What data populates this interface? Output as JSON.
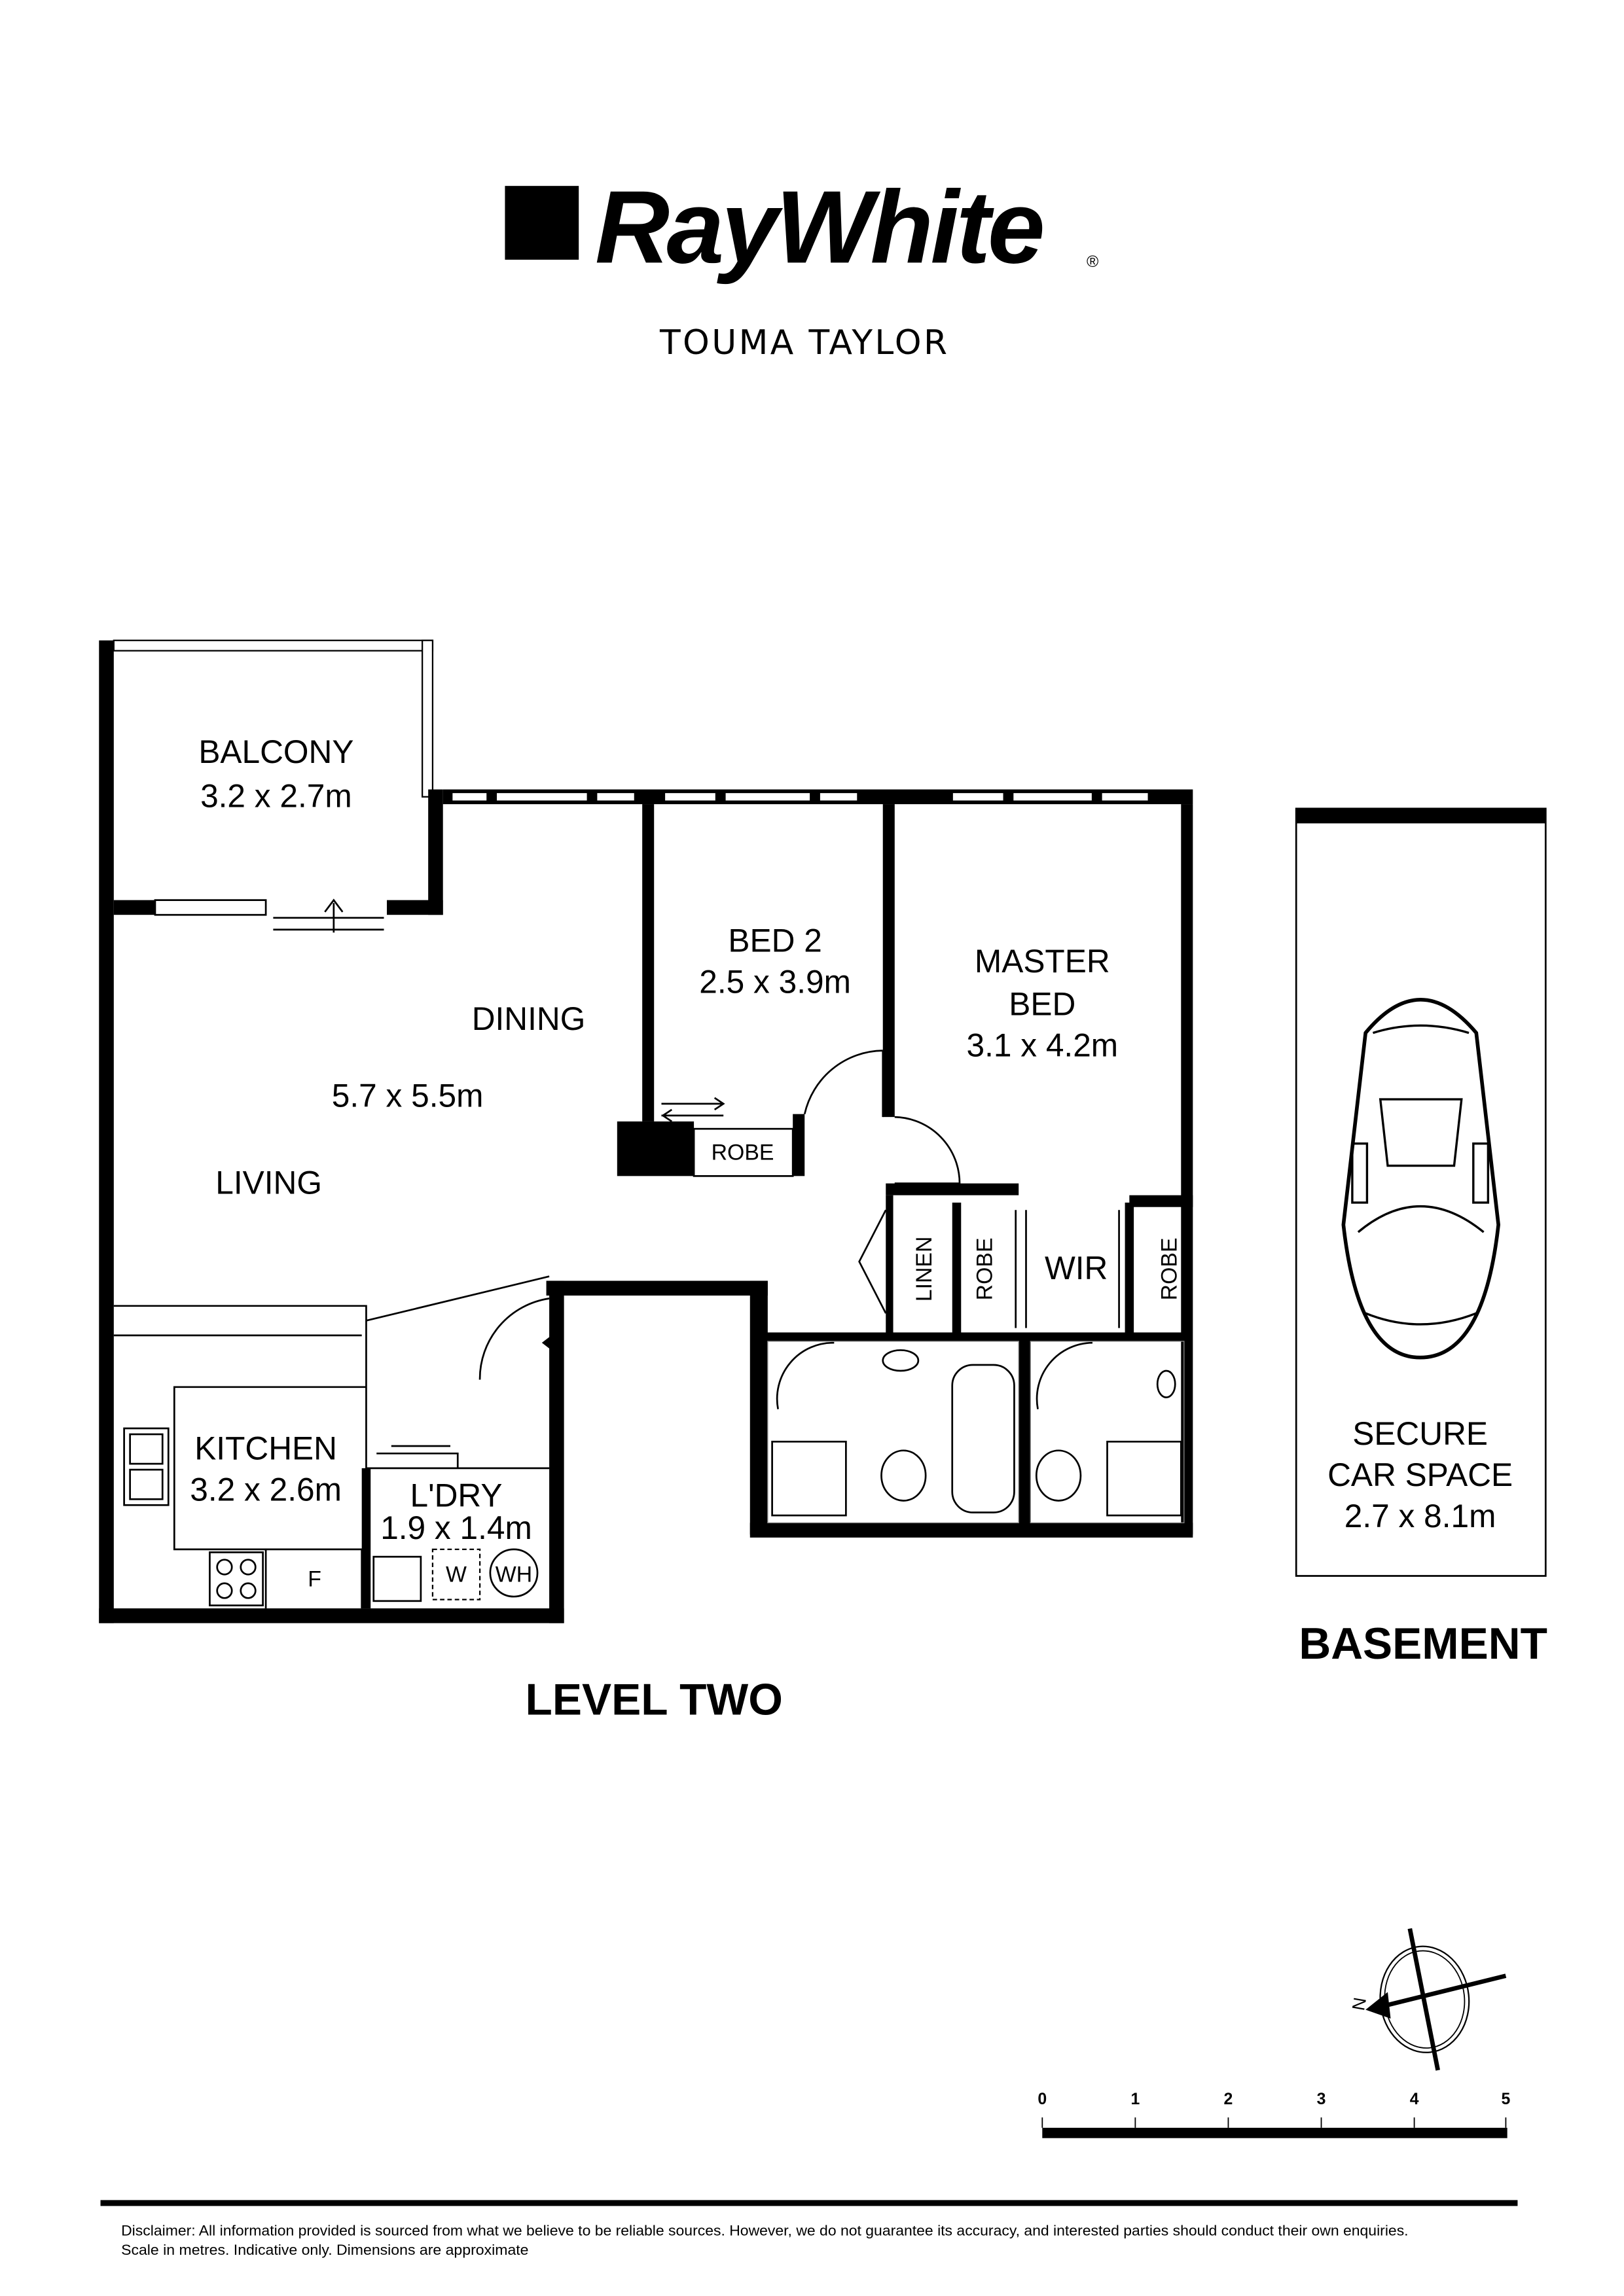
{
  "brand": {
    "name": "RayWhite",
    "registered": "®",
    "office": "TOUMA TAYLOR"
  },
  "rooms": {
    "balcony": {
      "name": "BALCONY",
      "size": "3.2 x 2.7m"
    },
    "dining": {
      "name": "DINING"
    },
    "living": {
      "name": "LIVING",
      "size": "5.7 x 5.5m"
    },
    "bed2": {
      "name": "BED 2",
      "size": "2.5 x 3.9m"
    },
    "master": {
      "name_line1": "MASTER",
      "name_line2": "BED",
      "size": "3.1 x 4.2m"
    },
    "robe": "ROBE",
    "linen": "LINEN",
    "wir": "WIR",
    "kitchen": {
      "name": "KITCHEN",
      "size": "3.2 x 2.6m",
      "fridge": "F"
    },
    "laundry": {
      "name": "L'DRY",
      "size": "1.9 x 1.4m",
      "washer": "W",
      "water_heater": "WH"
    },
    "car": {
      "line1": "SECURE",
      "line2": "CAR SPACE",
      "size": "2.7 x 8.1m"
    }
  },
  "levels": {
    "main": "LEVEL TWO",
    "basement": "BASEMENT"
  },
  "compass": {
    "north": "N"
  },
  "scale": {
    "ticks": [
      "0",
      "1",
      "2",
      "3",
      "4",
      "5"
    ],
    "unit": "metres"
  },
  "disclaimer": {
    "line1": "Disclaimer: All information provided is sourced from what we believe to be reliable sources. However, we do not guarantee  its accuracy, and interested parties should conduct their own enquiries.",
    "line2": "Scale in metres. Indicative only. Dimensions are approximate"
  }
}
